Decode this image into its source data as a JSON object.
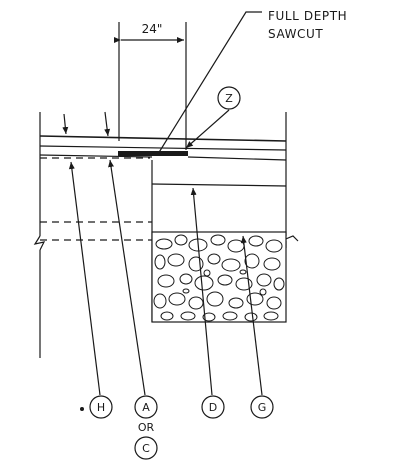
{
  "dimension": {
    "label": "24\""
  },
  "notes": {
    "sawcut_line1": "FULL DEPTH",
    "sawcut_line2": "SAWCUT"
  },
  "callouts": {
    "z": "Z",
    "h": "H",
    "a": "A",
    "or": "OR",
    "c": "C",
    "d": "D",
    "g": "G"
  }
}
